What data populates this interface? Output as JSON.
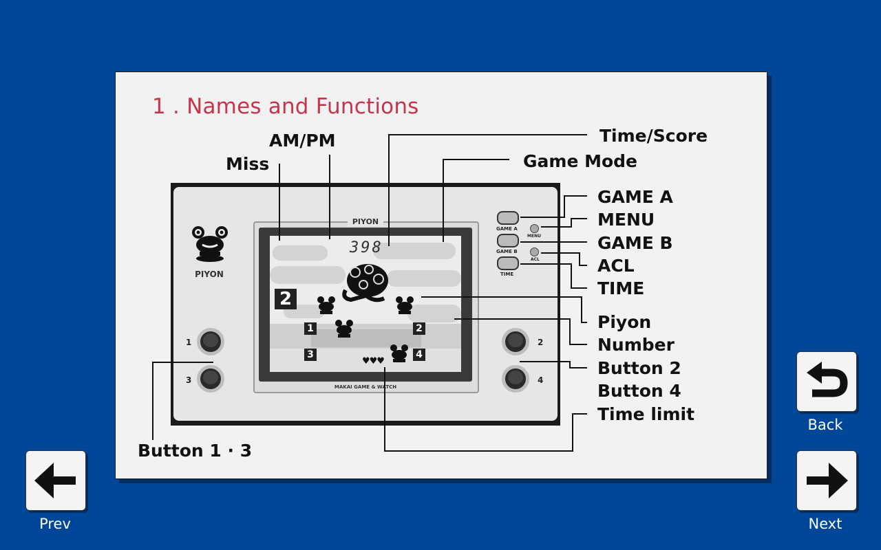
{
  "title": "1 . Names and Functions",
  "labels": {
    "miss": "Miss",
    "ampm": "AM/PM",
    "time_score": "Time/Score",
    "game_mode": "Game Mode",
    "game_a": "GAME A",
    "menu": "MENU",
    "game_b": "GAME B",
    "acl": "ACL",
    "time": "TIME",
    "piyon": "Piyon",
    "number": "Number",
    "button2": "Button 2",
    "button4": "Button 4",
    "time_limit": "Time limit",
    "button13": "Button 1 · 3"
  },
  "device": {
    "brand_top": "PIYON",
    "logo_text": "PIYON",
    "brand_bottom": "MAKAI GAME & WATCH",
    "score": "398",
    "game_mode_num": "2",
    "hearts": "♥♥♥",
    "buttons": {
      "b1": "1",
      "b2": "2",
      "b3": "3",
      "b4": "4"
    },
    "side_buttons": {
      "game_a": "GAME A",
      "game_b": "GAME B",
      "time": "TIME",
      "menu": "MENU",
      "acl": "ACL"
    },
    "lcd_numbers": [
      "1",
      "2",
      "3",
      "4"
    ]
  },
  "nav": {
    "back": "Back",
    "prev": "Prev",
    "next": "Next"
  },
  "colors": {
    "background": "#00479a",
    "title": "#c5364b",
    "panel": "#f2f2f2"
  }
}
